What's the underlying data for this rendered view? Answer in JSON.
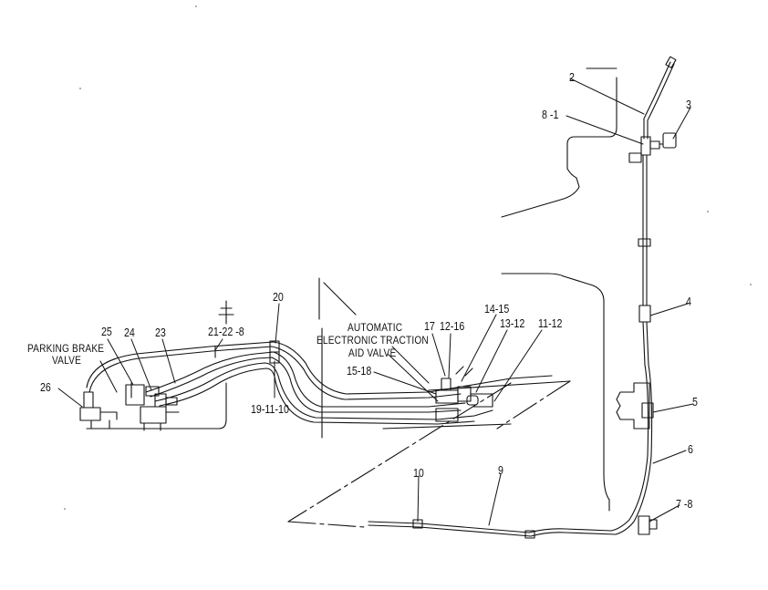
{
  "labels": {
    "p2": "2",
    "p3": "3",
    "p8_1": "8 -1",
    "p4": "4",
    "p5": "5",
    "p6": "6",
    "p7_8": "7 -8",
    "p9": "9",
    "p10": "10",
    "p20": "20",
    "p21_22_8": "21-22 -8",
    "p19_11_10": "19-11-10",
    "p23": "23",
    "p24": "24",
    "p25": "25",
    "p26": "26",
    "p17": "17",
    "p12_16": "12-16",
    "p14_15": "14-15",
    "p13_12": "13-12",
    "p11_12": "11-12",
    "p15_18": "15-18"
  },
  "text": {
    "parking_line1": "PARKING BRAKE",
    "parking_line2": "VALVE",
    "aetav_line1": "AUTOMATIC",
    "aetav_line2": "ELECTRONIC TRACTION",
    "aetav_line3": "AID VALVE"
  }
}
